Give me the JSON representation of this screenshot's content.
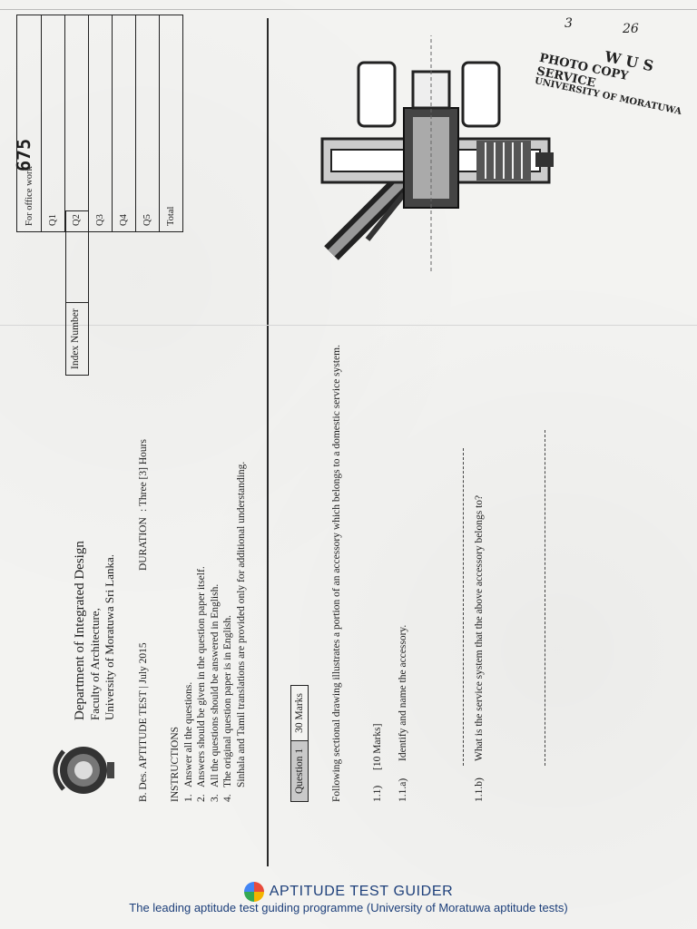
{
  "page_number": "675",
  "stamp": {
    "line1": "W U S",
    "line2": "PHOTO COPY SERVICE",
    "line3": "UNIVERSITY OF MORATUWA",
    "marks": [
      "3",
      "26"
    ]
  },
  "header": {
    "department": "Department of Integrated Design",
    "faculty": "Faculty of Architecture,",
    "university": "University of Moratuwa Sri Lanka.",
    "exam": "B. Des. APTITUDE TEST  |  July 2015",
    "duration_label": "DURATION",
    "duration_value": ": Three [3] Hours"
  },
  "index_box": {
    "label": "Index Number"
  },
  "office": {
    "title": "For office work",
    "rows": [
      "Q1",
      "Q2",
      "Q3",
      "Q4",
      "Q5",
      "Total"
    ]
  },
  "instructions": {
    "title": "INSTRUCTIONS",
    "items": [
      {
        "n": "1.",
        "text": "Answer all the questions."
      },
      {
        "n": "2.",
        "text": "Answers should be given in the question paper itself."
      },
      {
        "n": "3.",
        "text": "All the questions should be answered in English."
      },
      {
        "n": "4.",
        "text": "The original question paper is in English."
      }
    ],
    "note": "Sinhala and Tamil translations are provided only for additional understanding."
  },
  "question": {
    "label": "Question 1",
    "marks": "30 Marks",
    "intro": "Following sectional drawing illustrates a portion of an accessory which belongs to a domestic service system.",
    "sub_label": "1.1)",
    "sub_marks": "[10 Marks]",
    "a_label": "1.1.a)",
    "a_text": "Identify and name the accessory.",
    "b_label": "1.1.b)",
    "b_text": "What is the service system that the above accessory belongs to?"
  },
  "footer": {
    "brand": "APTITUDE  TEST GUIDER",
    "tagline": "The leading aptitude test guiding programme (University of Moratuwa aptitude tests)"
  }
}
